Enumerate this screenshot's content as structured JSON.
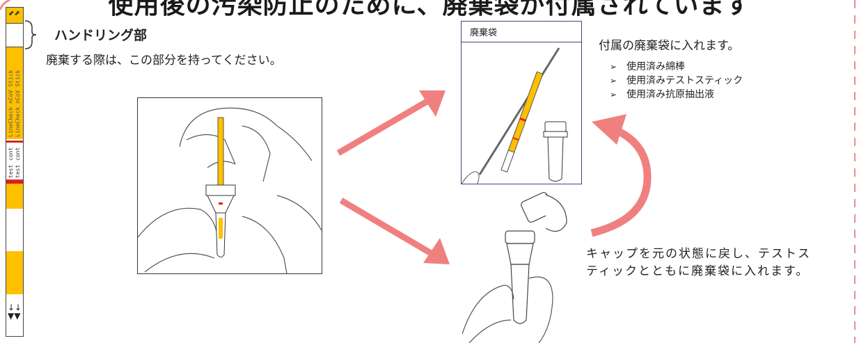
{
  "title": "使用後の汚染防止のために、廃棄袋が付属されています",
  "handling": {
    "title": "ハンドリング部",
    "description": "廃棄する際は、この部分を持ってください。"
  },
  "bag": {
    "label": "廃棄袋"
  },
  "info": {
    "title": "付属の廃棄袋に入れます。",
    "items": [
      "使用済み綿棒",
      "使用済みテストスティック",
      "使用済み抗原抽出液"
    ]
  },
  "cap_instruction": {
    "line1": "キャップを元の状態に戻し、テストス",
    "line2": "ティックとともに廃棄袋に入れます。"
  },
  "strip": {
    "brand_text_1": "LineCheck nCoV Stick",
    "brand_text_2": "LineCheck nCoV Stick",
    "cont_label_1": "cont",
    "cont_label_2": "cont",
    "test_label_1": "test",
    "test_label_2": "test"
  },
  "colors": {
    "strip_yellow": "#FFC000",
    "control_red": "#E02020",
    "arrow_pink": "#F08080",
    "dashed_border": "#F28A8A"
  }
}
